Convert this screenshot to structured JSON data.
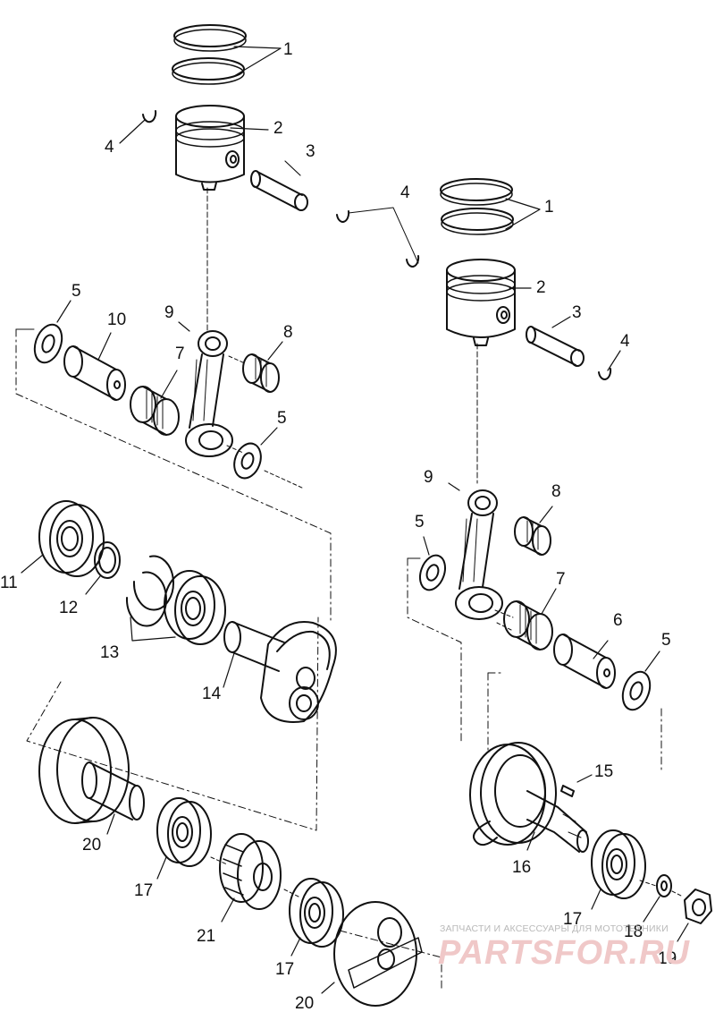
{
  "diagram": {
    "colors": {
      "ink": "#111111",
      "watermark_text": "#b9b9b9",
      "watermark_logo": "#f0c8c8",
      "background": "#ffffff"
    },
    "callouts": {
      "left": {
        "rings": "1",
        "piston": "2",
        "piston_pin": "3",
        "circlip": "4",
        "washer_upper": "5",
        "washer_lower": "5",
        "crank_pin": "10",
        "needle_bearing_lower": "7",
        "needle_bearing_upper": "8",
        "connecting_rod": "9",
        "bearing_outer": "11",
        "retainer": "12",
        "snap_rings": "13",
        "crank_half": "14",
        "flywheel_half": "20",
        "bearing": "17",
        "labyrinth_seal": "21",
        "bearing_bottom": "17",
        "crank_half_bottom": "20"
      },
      "right": {
        "rings": "1",
        "piston": "2",
        "piston_pin": "3",
        "circlip_upper": "4",
        "circlip_lower": "4",
        "needle_bearing_upper": "8",
        "connecting_rod": "9",
        "washer_upper": "5",
        "needle_bearing_lower": "7",
        "crank_pin": "6",
        "washer_lower": "5",
        "key": "15",
        "crank_half": "16",
        "bearing": "17",
        "washer": "18",
        "nut": "19"
      }
    },
    "watermark": {
      "subtitle": "ЗАПЧАСТИ И АКСЕССУАРЫ ДЛЯ МОТОТЕХНИКИ",
      "logo": "PARTSFOR.RU"
    }
  }
}
